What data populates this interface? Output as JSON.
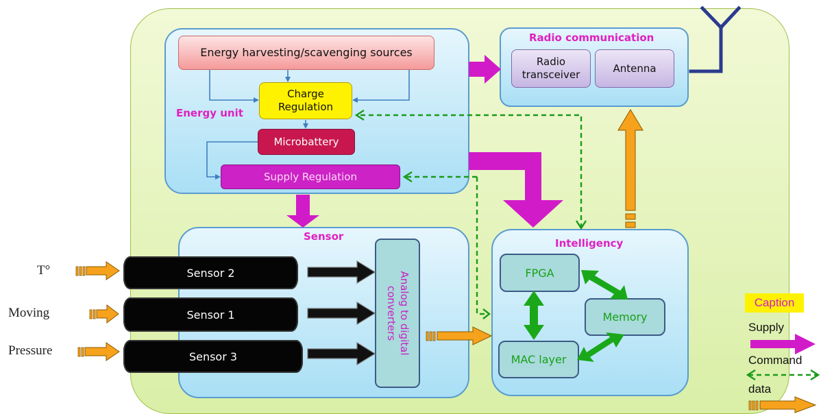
{
  "energy_unit": {
    "title": "Energy unit",
    "sources": "Energy harvesting/scavenging sources",
    "charge_regulation": "Charge Regulation",
    "microbattery": "Microbattery",
    "supply_regulation": "Supply Regulation"
  },
  "radio": {
    "title": "Radio communication",
    "transceiver": "Radio transceiver",
    "antenna": "Antenna"
  },
  "sensor_unit": {
    "title": "Sensor",
    "sensors": [
      "Sensor 2",
      "Sensor 1",
      "Sensor 3"
    ],
    "adc": "Analog to digital converters"
  },
  "intelligency": {
    "title": "Intelligency",
    "fpga": "FPGA",
    "memory": "Memory",
    "mac": "MAC layer"
  },
  "inputs": [
    "T°",
    "Moving",
    "Pressure"
  ],
  "legend": {
    "caption": "Caption",
    "supply": "Supply",
    "command": "Command",
    "data": "data"
  },
  "colors": {
    "supply": "#d21bc8",
    "command": "#1a9a1a",
    "data": "#f7a21c",
    "bidirectional": "#1aa81a"
  }
}
